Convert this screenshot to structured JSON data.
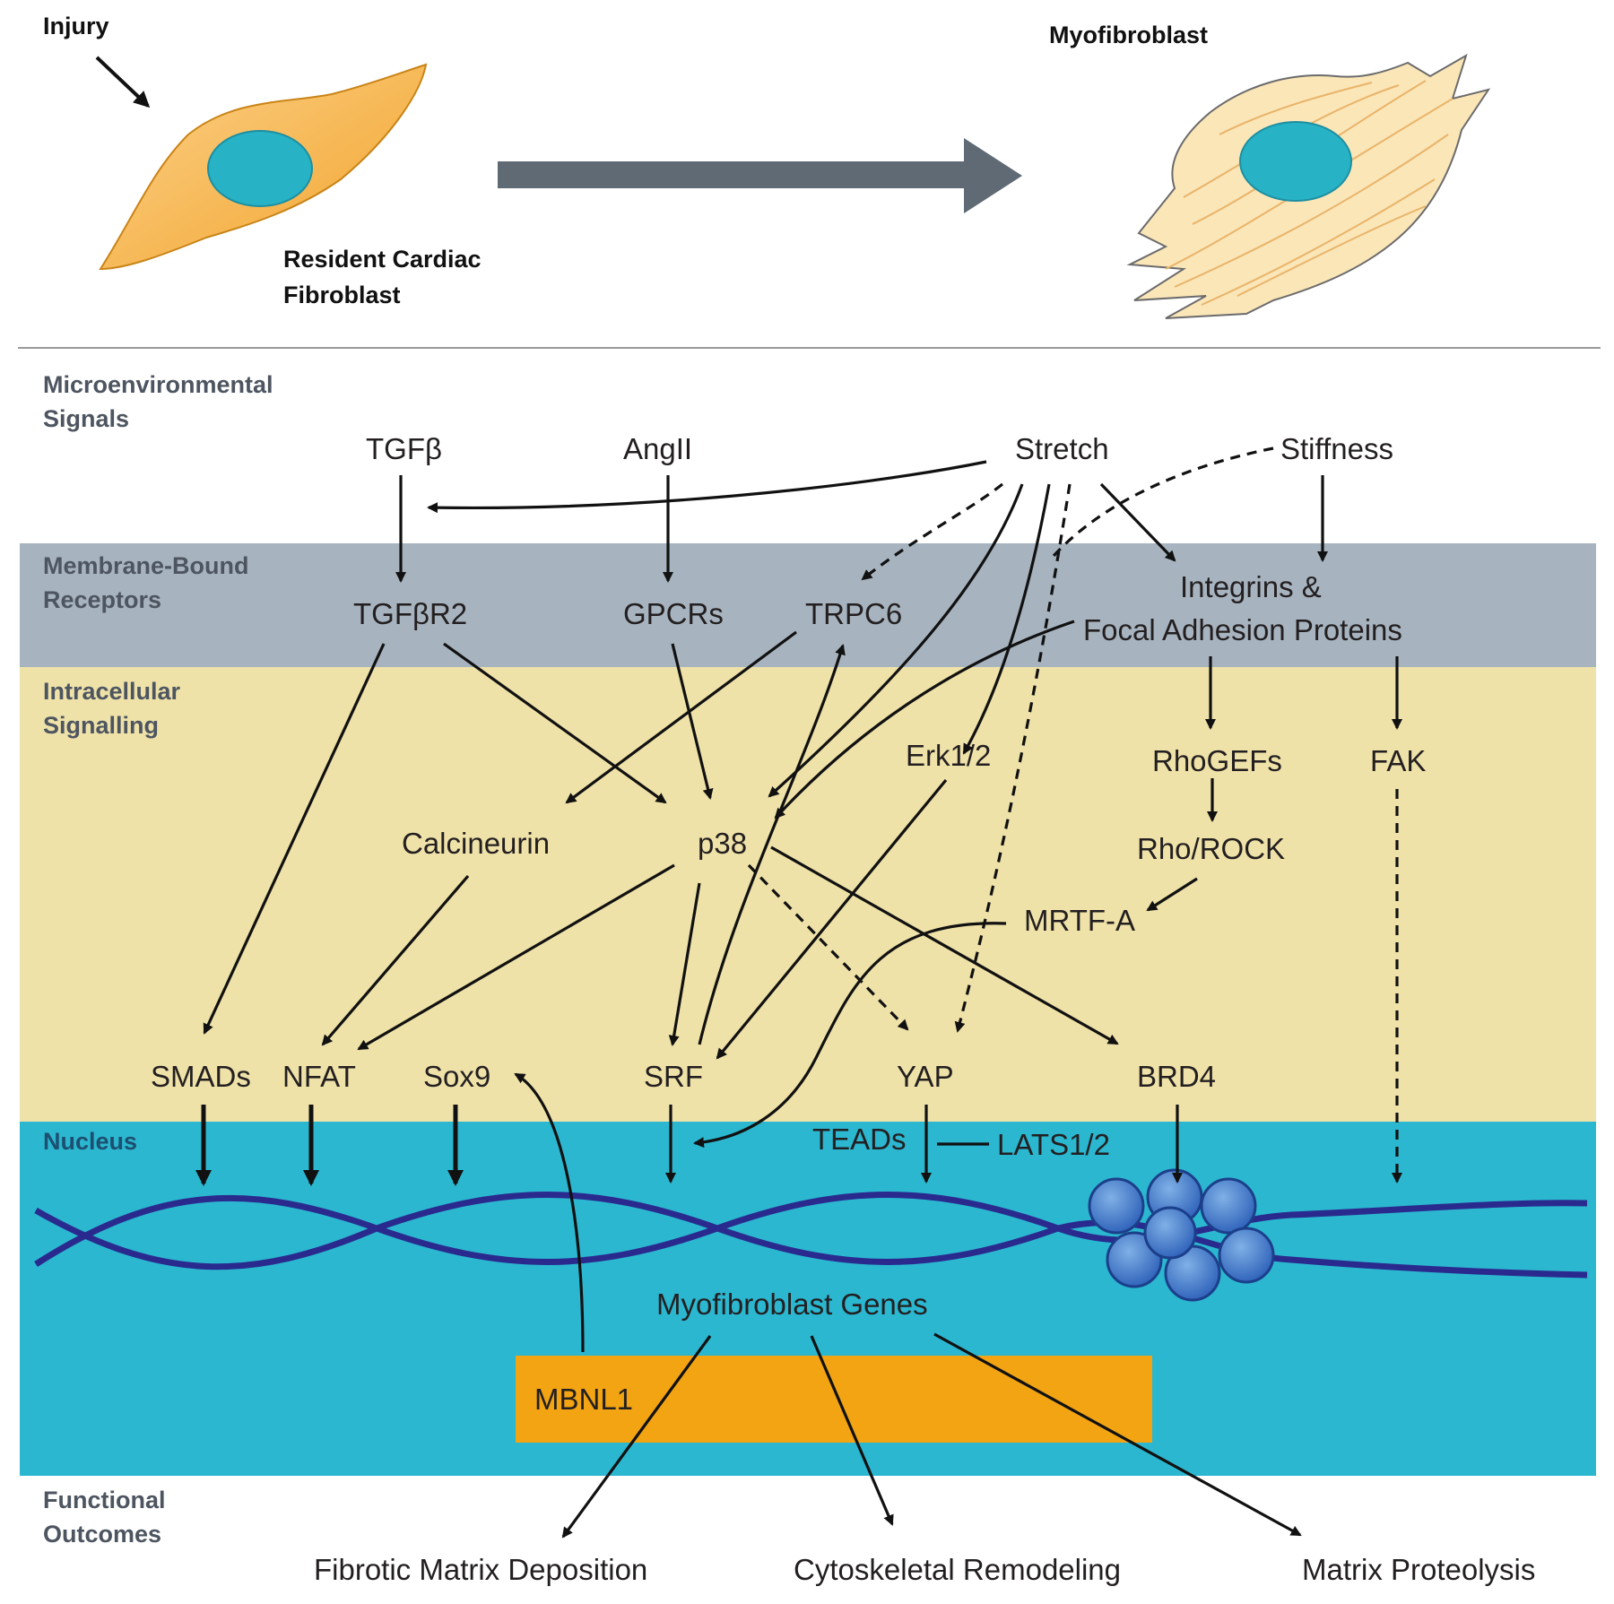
{
  "top": {
    "injury": "Injury",
    "resident_line1": "Resident Cardiac",
    "resident_line2": "Fibroblast",
    "myofibroblast": "Myofibroblast"
  },
  "sections": {
    "micro_1": "Microenvironmental",
    "micro_2": "Signals",
    "membrane_1": "Membrane-Bound",
    "membrane_2": "Receptors",
    "intra_1": "Intracellular",
    "intra_2": "Signalling",
    "nucleus": "Nucleus",
    "outcomes_1": "Functional",
    "outcomes_2": "Outcomes"
  },
  "signals": {
    "tgfb": "TGFβ",
    "angii": "AngII",
    "stretch": "Stretch",
    "stiffness": "Stiffness"
  },
  "receptors": {
    "tgfbr2": "TGFβR2",
    "gpcrs": "GPCRs",
    "trpc6": "TRPC6",
    "integrins_1": "Integrins &",
    "integrins_2": "Focal Adhesion Proteins"
  },
  "intracellular": {
    "erk": "Erk1/2",
    "rhogefs": "RhoGEFs",
    "fak": "FAK",
    "calcineurin": "Calcineurin",
    "p38": "p38",
    "rhorock": "Rho/ROCK",
    "mrtfa": "MRTF-A"
  },
  "transcription": {
    "smads": "SMADs",
    "nfat": "NFAT",
    "sox9": "Sox9",
    "srf": "SRF",
    "yap": "YAP",
    "brd4": "BRD4"
  },
  "nucleus": {
    "teads": "TEADs",
    "lats": "LATS1/2",
    "genes": "Myofibroblast Genes",
    "mbnl1": "MBNL1"
  },
  "outcomes": {
    "deposition": "Fibrotic Matrix Deposition",
    "cytoskeletal": "Cytoskeletal Remodeling",
    "proteolysis": "Matrix Proteolysis"
  },
  "colors": {
    "membrane_band": "#a7b4bf",
    "intracellular_band": "#efe2a9",
    "nucleus_band": "#2bb7d0",
    "mbnl1_box": "#f2a413",
    "fibroblast": "#f2a42c",
    "myofibroblast": "#fbe6b8",
    "cell_nucleus": "#27b2c6",
    "dna": "#2a2a8e",
    "big_arrow": "#5f6a74"
  }
}
